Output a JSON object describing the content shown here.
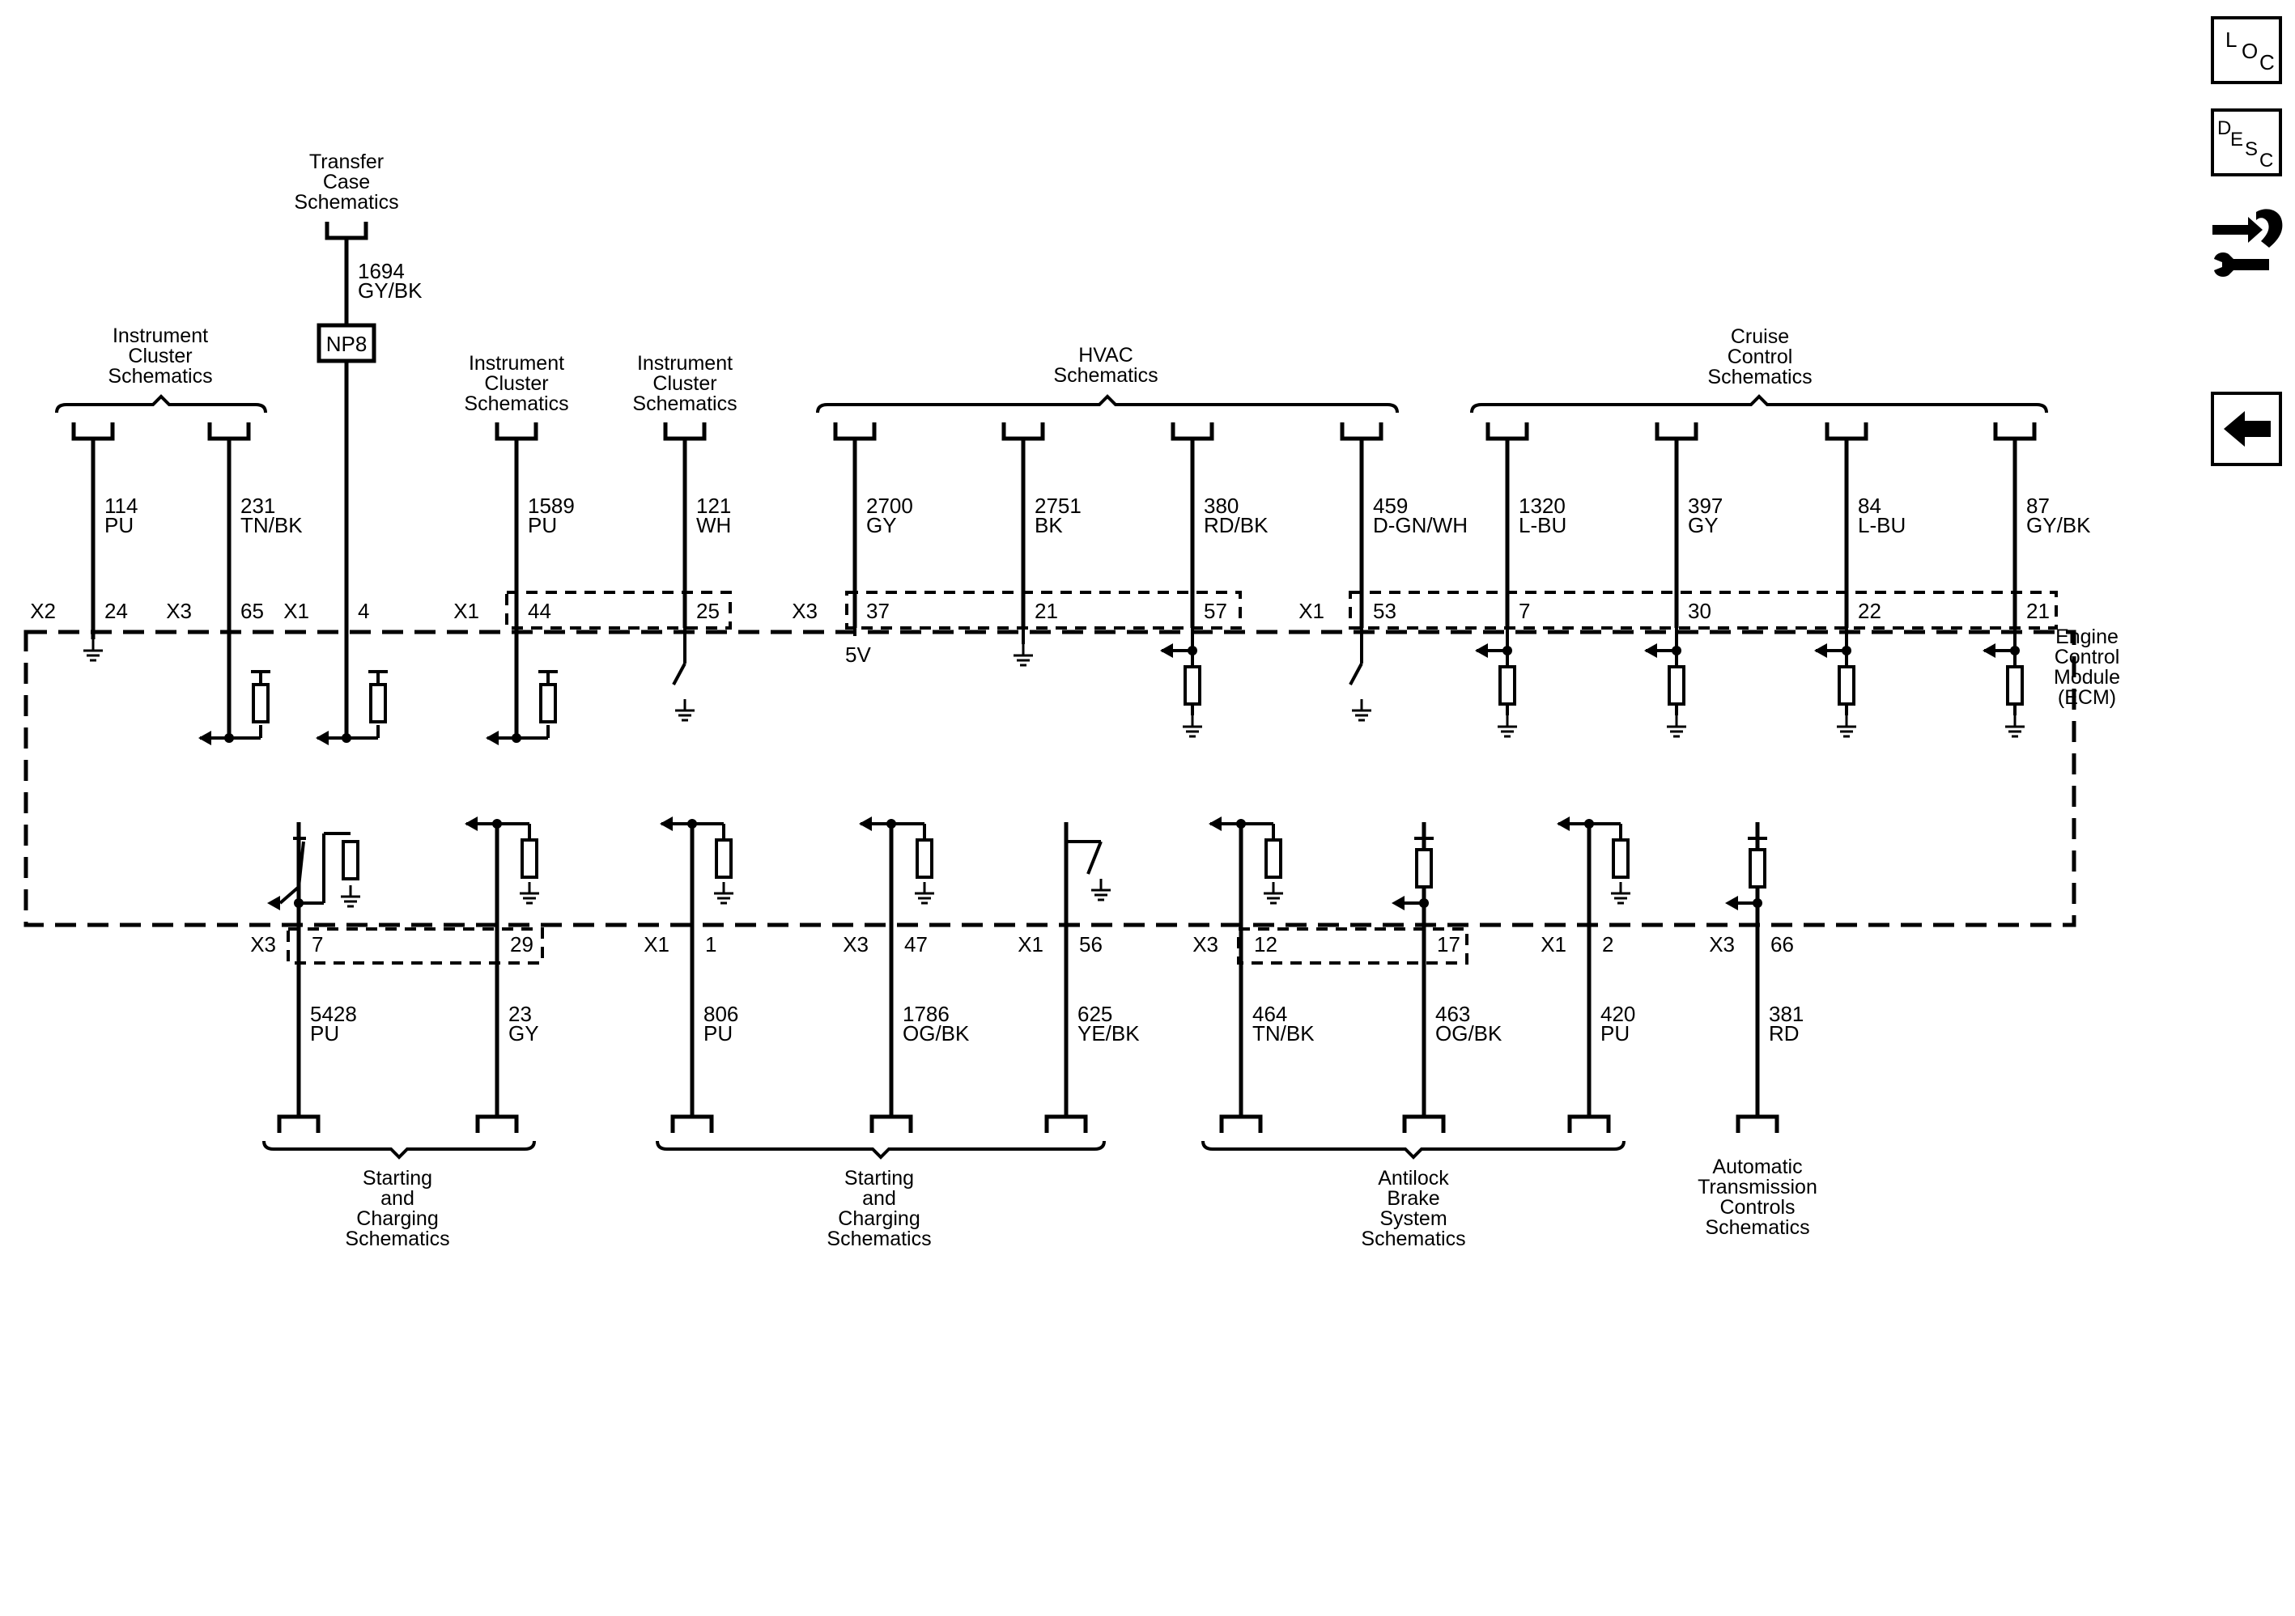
{
  "nav": {
    "loc": {
      "letters": [
        "L",
        "O",
        "C"
      ]
    },
    "desc": {
      "letters": [
        "D",
        "E",
        "S",
        "C"
      ]
    },
    "connector_icon": "connector-repair-icon",
    "back_icon": "back-arrow-icon"
  },
  "ecm_label": [
    "Engine",
    "Control",
    "Module",
    "(ECM)"
  ],
  "splice": "NP8",
  "supply_5v": "5V",
  "top_groups": [
    {
      "lines": [
        "Transfer",
        "Case",
        "Schematics"
      ]
    },
    {
      "lines": [
        "Instrument",
        "Cluster",
        "Schematics"
      ]
    },
    {
      "lines": [
        "Instrument",
        "Cluster",
        "Schematics"
      ]
    },
    {
      "lines": [
        "Instrument",
        "Cluster",
        "Schematics"
      ]
    },
    {
      "lines": [
        "HVAC",
        "Schematics"
      ]
    },
    {
      "lines": [
        "Cruise",
        "Control",
        "Schematics"
      ]
    }
  ],
  "bottom_groups": [
    {
      "lines": [
        "Starting",
        "and",
        "Charging",
        "Schematics"
      ]
    },
    {
      "lines": [
        "Starting",
        "and",
        "Charging",
        "Schematics"
      ]
    },
    {
      "lines": [
        "Antilock",
        "Brake",
        "System",
        "Schematics"
      ]
    },
    {
      "lines": [
        "Automatic",
        "Transmission",
        "Controls",
        "Schematics"
      ]
    }
  ],
  "top_circuits": [
    {
      "connector": "X2",
      "pin": "24",
      "circuit": "114",
      "color": "PU"
    },
    {
      "connector": "X3",
      "pin": "65",
      "circuit": "231",
      "color": "TN/BK"
    },
    {
      "connector": "X1",
      "pin": "4",
      "circuit": "1694",
      "color": "GY/BK"
    },
    {
      "connector": "X1",
      "pin": "44",
      "circuit": "1589",
      "color": "PU"
    },
    {
      "connector": "",
      "pin": "25",
      "circuit": "121",
      "color": "WH"
    },
    {
      "connector": "X3",
      "pin": "37",
      "circuit": "2700",
      "color": "GY"
    },
    {
      "connector": "",
      "pin": "21",
      "circuit": "2751",
      "color": "BK"
    },
    {
      "connector": "",
      "pin": "57",
      "circuit": "380",
      "color": "RD/BK"
    },
    {
      "connector": "X1",
      "pin": "53",
      "circuit": "459",
      "color": "D-GN/WH"
    },
    {
      "connector": "",
      "pin": "7",
      "circuit": "1320",
      "color": "L-BU"
    },
    {
      "connector": "",
      "pin": "30",
      "circuit": "397",
      "color": "GY"
    },
    {
      "connector": "",
      "pin": "22",
      "circuit": "84",
      "color": "L-BU"
    },
    {
      "connector": "",
      "pin": "21",
      "circuit": "87",
      "color": "GY/BK"
    }
  ],
  "bottom_circuits": [
    {
      "connector": "X3",
      "pin": "7",
      "circuit": "5428",
      "color": "PU"
    },
    {
      "connector": "",
      "pin": "29",
      "circuit": "23",
      "color": "GY"
    },
    {
      "connector": "X1",
      "pin": "1",
      "circuit": "806",
      "color": "PU"
    },
    {
      "connector": "X3",
      "pin": "47",
      "circuit": "1786",
      "color": "OG/BK"
    },
    {
      "connector": "X1",
      "pin": "56",
      "circuit": "625",
      "color": "YE/BK"
    },
    {
      "connector": "X3",
      "pin": "12",
      "circuit": "464",
      "color": "TN/BK"
    },
    {
      "connector": "",
      "pin": "17",
      "circuit": "463",
      "color": "OG/BK"
    },
    {
      "connector": "X1",
      "pin": "2",
      "circuit": "420",
      "color": "PU"
    },
    {
      "connector": "X3",
      "pin": "66",
      "circuit": "381",
      "color": "RD"
    }
  ]
}
